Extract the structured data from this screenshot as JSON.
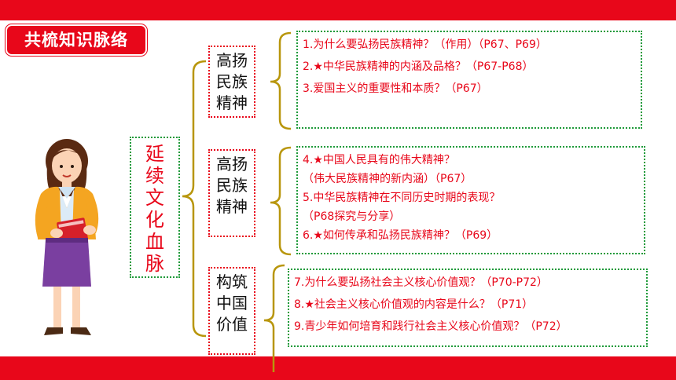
{
  "header": {
    "title": "共梳知识脉络"
  },
  "root": {
    "chars": [
      "延",
      "续",
      "文",
      "化",
      "血",
      "脉"
    ]
  },
  "branches": [
    {
      "chars": [
        "高扬",
        "民族",
        "精神"
      ],
      "items": [
        "1.为什么要弘扬民族精神？（作用）（P67、P69）",
        "2.★中华民族精神的内涵及品格？（P67-P68）",
        "3.爱国主义的重要性和本质？（P67）"
      ]
    },
    {
      "chars": [
        "高扬",
        "民族",
        "精神"
      ],
      "items": [
        "4.★中国人民具有的伟大精神？",
        "（伟大民族精神的新内涵）（P67）",
        "5.中华民族精神在不同历史时期的表现？",
        "（P68探究与分享）",
        "6.★如何传承和弘扬民族精神？（P69）"
      ]
    },
    {
      "chars": [
        "构筑",
        "中国",
        "价值"
      ],
      "items": [
        "7.为什么要弘扬社会主义核心价值观？（P70-P72）",
        "8.★社会主义核心价值观的内容是什么？（P71）",
        "9.青少年如何培育和践行社会主义核心价值观？（P72）"
      ]
    }
  ],
  "colors": {
    "accent": "#e8071a",
    "border_green": "#1f9a3a",
    "bracket": "#b8960c"
  }
}
